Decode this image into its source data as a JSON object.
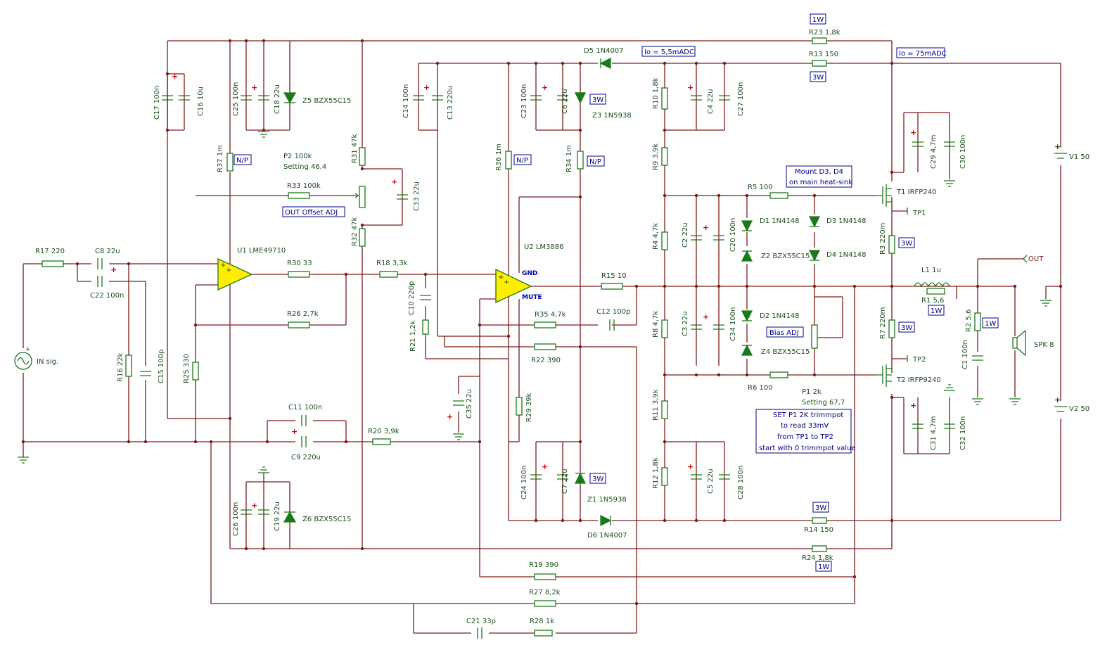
{
  "labels": {
    "R23": "R23 1,8k",
    "R13": "R13 150",
    "D5": "D5 1N4007",
    "Io1": "Io = 5,5mADC",
    "Io2": "Io = 75mADC",
    "W1a": "1W",
    "W3a": "3W",
    "W3b": "3W",
    "W3c": "3W",
    "W3d": "3W",
    "W3e": "3W",
    "W3f": "3W",
    "W1b": "1W",
    "W1c": "1W",
    "W1d": "1W",
    "C17": "C17 100n",
    "C16": "C16 10u",
    "C25": "C25 100n",
    "C18": "C18 22u",
    "Z5": "Z5 BZX55C15",
    "C14": "C14 100n",
    "C13": "C13 220u",
    "C23": "C23 100n",
    "C6": "C6 22u",
    "Z3": "Z3 1N5938",
    "R10": "R10 1,8k",
    "C4": "C4 22u",
    "C27": "C27 100n",
    "C29": "C29 4,7m",
    "C30": "C30 100n",
    "V1": "V1 50",
    "R37": "R37 1m",
    "NP1": "N/P",
    "NP2": "N/P",
    "NP3": "N/P",
    "P2": "P2 100k",
    "P2s": "Setting 46,4",
    "R31": "R31 47k",
    "R36": "R36 1m",
    "R34": "R34 1m",
    "R9": "R9 3,9k",
    "Mount1": "Mount D3, D4",
    "Mount2": "on main heat-sink",
    "R33": "R33 100k",
    "C33": "C33 22u",
    "R5": "R5 100",
    "T1": "T1 IRFP240",
    "TP1": "TP1",
    "OutAdj": "OUT Offset ADJ",
    "R32": "R32 47k",
    "R4": "R4 4,7k",
    "C2": "C2 22u",
    "C20": "C20 100n",
    "D1": "D1 1N4148",
    "D3": "D3 1N4148",
    "R3": "R3 220m",
    "Z2": "Z2 BZX55C15",
    "D4": "D4 1N4148",
    "OUT": "OUT",
    "R17": "R17 220",
    "C8": "C8 22u",
    "U1": "U1 LME49710",
    "U2": "U2 LM3886",
    "R30": "R30 33",
    "R18": "R18 3,3k",
    "GND": "GND",
    "MUTE": "MUTE",
    "R15": "R15 10",
    "L1": "L1 1u",
    "R1": "R1 5,6",
    "C22": "C22 100n",
    "R26": "R26 2,7k",
    "C10": "C10 220p",
    "R35": "R35 4,7k",
    "C12": "C12 100p",
    "R8": "R8 4,7k",
    "C3": "C3 22u",
    "C34": "C34 100n",
    "D2": "D2 1N4148",
    "R7": "R7 220m",
    "R2": "R2 5,6",
    "SPK": "SPK 8",
    "INsig": "IN sig.",
    "R21": "R21 1,2k",
    "R22": "R22 390",
    "BiasAdj": "Bias ADJ",
    "Z4": "Z4 BZX55C15",
    "TP2": "TP2",
    "C1": "C1 100n",
    "R16": "R16 22k",
    "C15": "C15 100p",
    "R25": "R25 330",
    "R6": "R6 100",
    "T2": "T2 IRFP9240",
    "P1": "P1 2k",
    "P1s": "Setting 67,7",
    "C35": "C35 22u",
    "R29": "R29 39k",
    "R11": "R11 3,9k",
    "C11": "C11 100n",
    "C9": "C9 220u",
    "R20": "R20 3,9k",
    "Set1": "SET P1 2K trimmpot",
    "Set2": "to read 33mV",
    "Set3": "from TP1 to TP2",
    "Set4": "start with 0 trimmpot value",
    "C31": "C31 4,7m",
    "C32": "C32 100n",
    "V2": "V2 50",
    "C24": "C24 100n",
    "C7": "C7 22u",
    "Z1": "Z1 1N5938",
    "R12": "R12 1,8k",
    "C5": "C5 22u",
    "C28": "C28 100n",
    "C26": "C26 100n",
    "C19": "C19 22u",
    "Z6": "Z6 BZX55C15",
    "D6": "D6 1N4007",
    "R14": "R14 150",
    "R24": "R24 1,8k",
    "R19": "R19 390",
    "R27": "R27 8,2k",
    "C21": "C21 33p",
    "R28": "R28 1k"
  }
}
